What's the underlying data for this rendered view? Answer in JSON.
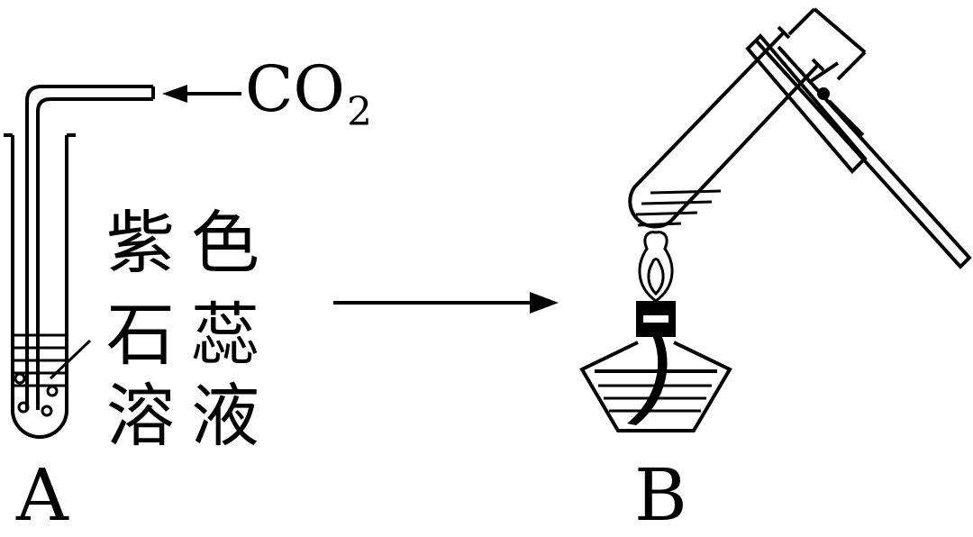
{
  "diagram": {
    "gas_label": {
      "main": "CO",
      "subscript": "2"
    },
    "solution_label": [
      "紫",
      "色",
      "石",
      "蕊",
      "溶",
      "液"
    ],
    "panel_a": "A",
    "panel_b": "B",
    "colors": {
      "ink": "#000000",
      "paper": "#ffffff"
    }
  }
}
